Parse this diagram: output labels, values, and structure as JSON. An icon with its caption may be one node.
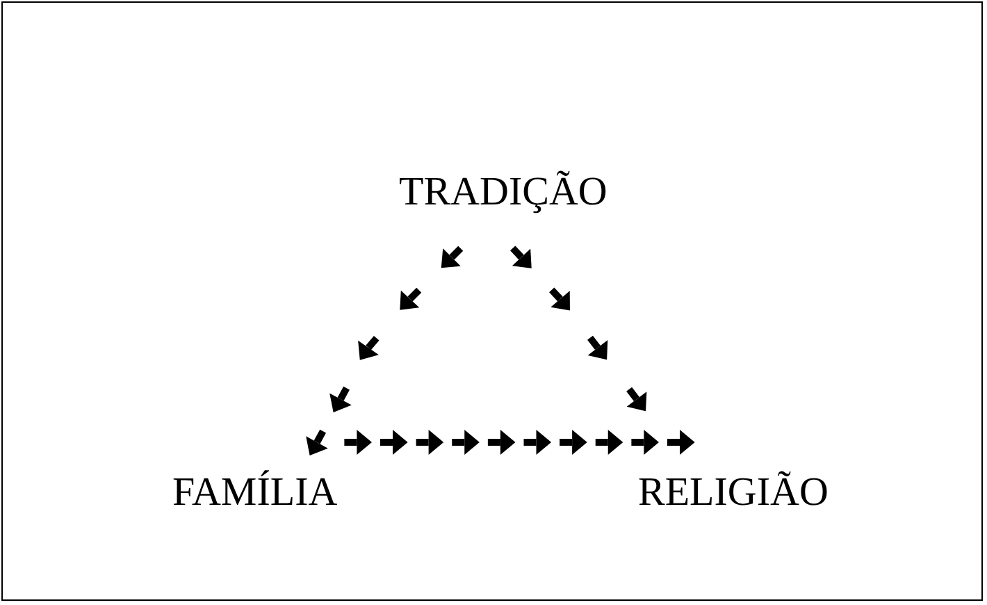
{
  "diagram": {
    "nodes": [
      {
        "text": [
          "TRADIÇÃO"
        ]
      },
      {
        "text": [
          "FAMÍLIA"
        ]
      },
      {
        "text": [
          "RELIGIÃO"
        ]
      }
    ],
    "edges": [
      {
        "from": 0,
        "to": 1,
        "arrow": "to"
      },
      {
        "from": 0,
        "to": 2,
        "arrow": "to"
      },
      {
        "from": 1,
        "to": 2,
        "arrow": "to"
      }
    ]
  }
}
